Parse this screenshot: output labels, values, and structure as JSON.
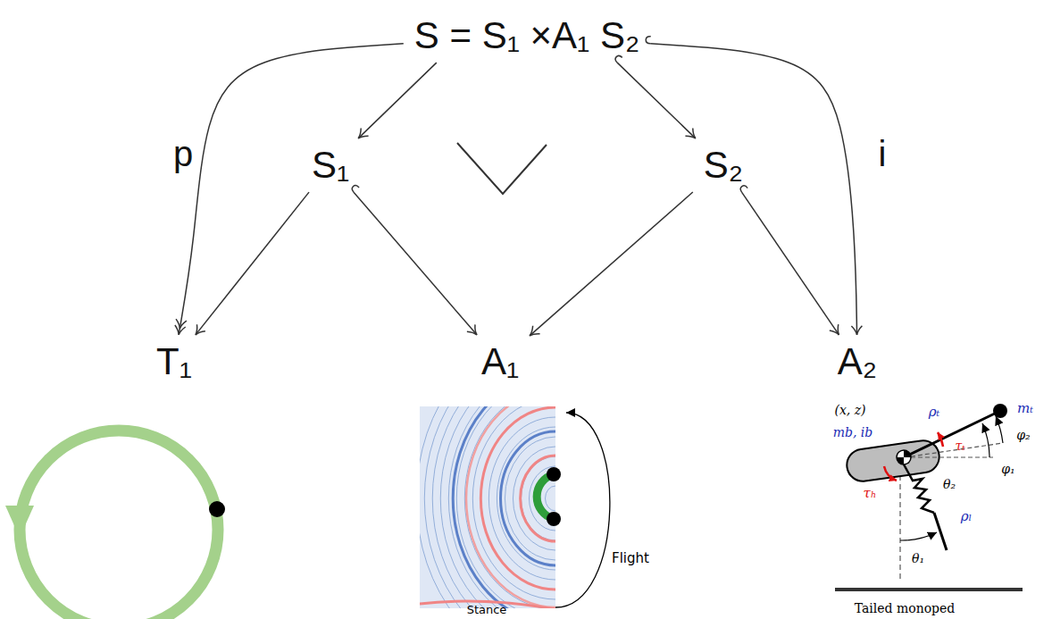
{
  "diagram": {
    "nodes": [
      {
        "text": [
          "S = S₁ ×A₁ S₂"
        ]
      },
      {
        "text": [
          "S₁"
        ]
      },
      {
        "text": [
          "S₂"
        ]
      },
      {
        "text": [
          "T₁"
        ]
      },
      {
        "text": [
          "A₁"
        ]
      },
      {
        "text": [
          "A₂"
        ]
      }
    ],
    "edges": [
      {
        "from": 0,
        "to": 1,
        "arrow": "to"
      },
      {
        "from": 0,
        "to": 2,
        "arrow": "to"
      },
      {
        "from": 0,
        "to": 3,
        "arrow": "to",
        "label": "p"
      },
      {
        "from": 0,
        "to": 5,
        "arrow": "to",
        "label": "i"
      },
      {
        "from": 1,
        "to": 3,
        "arrow": "to"
      },
      {
        "from": 1,
        "to": 4,
        "arrow": "to"
      },
      {
        "from": 2,
        "to": 4,
        "arrow": "to"
      },
      {
        "from": 2,
        "to": 5,
        "arrow": "to"
      }
    ],
    "labels": [
      "Flight",
      "Stance",
      "(x, z)",
      "mb, ib",
      "ρₜ",
      "mₜ",
      "φ₂",
      "τₜ",
      "φ₁",
      "τₕ",
      "θ₂",
      "ρₗ",
      "θ₁",
      "Tailed monoped"
    ]
  }
}
